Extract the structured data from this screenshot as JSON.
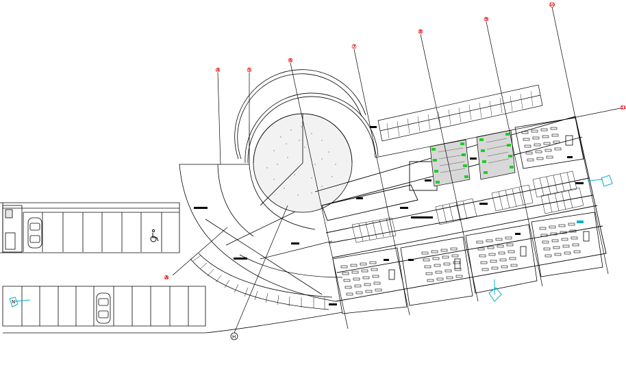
{
  "drawing": {
    "type": "architectural floor plan",
    "colors": {
      "line": "#000000",
      "grid_label": "#e00000",
      "planting": "#22cc22",
      "north_marker": "#00b0c8",
      "paving_fill": "#e6e6e6",
      "page": "#ffffff"
    }
  },
  "grid_labels": [
    {
      "id": "g4",
      "text": "4"
    },
    {
      "id": "g5",
      "text": "5"
    },
    {
      "id": "g6",
      "text": "6"
    },
    {
      "id": "g7",
      "text": "7"
    },
    {
      "id": "g8",
      "text": "8"
    },
    {
      "id": "g9",
      "text": "9"
    },
    {
      "id": "g10",
      "text": "10"
    },
    {
      "id": "g11",
      "text": "11"
    },
    {
      "id": "gA",
      "text": "A"
    }
  ],
  "axis_marker": {
    "text": "H"
  },
  "icons": [
    "accessible-parking-icon",
    "car-icon",
    "north-arrow-icon",
    "stair-icon",
    "seating-icon",
    "desk-icon"
  ]
}
